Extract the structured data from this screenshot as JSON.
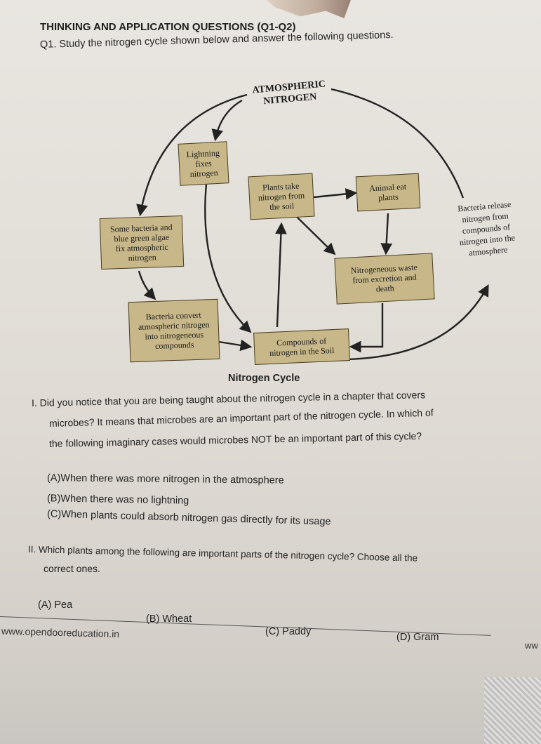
{
  "heading": "THINKING AND APPLICATION QUESTIONS (Q1-Q2)",
  "q1_prompt": "Q1. Study the nitrogen cycle shown below and answer the following questions.",
  "diagram": {
    "atmospheric": "ATMOSPHERIC\nNITROGEN",
    "lightning": "Lightning\nfixes\nnitrogen",
    "some_bacteria": "Some bacteria and\nblue green algae\nfix atmospheric\nnitrogen",
    "bacteria_convert": "Bacteria convert\natmospheric nitrogen\ninto nitrogeneous\ncompounds",
    "plants_take": "Plants take\nnitrogen from\nthe soil",
    "animal_eat": "Animal eat\nplants",
    "bacteria_release": "Bacteria release\nnitrogen from\ncompounds of\nnitrogen into the\natmosphere",
    "nitrogeneous_waste": "Nitrogeneous waste\nfrom excretion and\ndeath",
    "compounds_soil": "Compounds of\nnitrogen in the Soil",
    "caption": "Nitrogen Cycle"
  },
  "question_i": {
    "lines": [
      "I.    Did you notice that you are being taught about the nitrogen cycle in a chapter that covers",
      "microbes? It means that microbes are an important part of the nitrogen cycle. In which of",
      "the following imaginary cases would microbes NOT be an important part of this cycle?"
    ],
    "options": [
      "(A)When there was more nitrogen in the atmosphere",
      "(B)When there was no lightning",
      "(C)When plants could absorb nitrogen gas directly for its usage"
    ]
  },
  "question_ii": {
    "lines": [
      "II.   Which plants among the following are important parts of the nitrogen cycle? Choose all the",
      "correct ones."
    ],
    "options": [
      "(A) Pea",
      "(B) Wheat",
      "(C) Paddy",
      "(D) Gram"
    ]
  },
  "footer": {
    "url": "www.opendooreducation.in",
    "edge": "ww"
  }
}
